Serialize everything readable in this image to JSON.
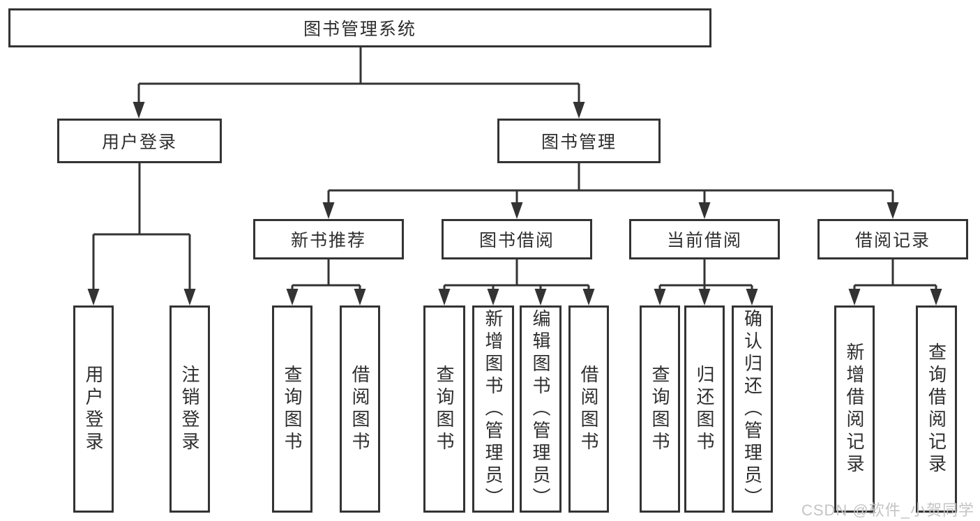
{
  "diagram_title": "图书管理系统",
  "tree": {
    "root": {
      "label": "图书管理系统"
    },
    "branches": [
      {
        "label": "用户登录",
        "children": [
          {
            "label": "用户登录"
          },
          {
            "label": "注销登录"
          }
        ]
      },
      {
        "label": "图书管理",
        "sections": [
          {
            "label": "新书推荐",
            "children": [
              {
                "label": "查询图书"
              },
              {
                "label": "借阅图书"
              }
            ]
          },
          {
            "label": "图书借阅",
            "children": [
              {
                "label": "查询图书"
              },
              {
                "label": "新增图书（管理员）"
              },
              {
                "label": "编辑图书（管理员）"
              },
              {
                "label": "借阅图书"
              }
            ]
          },
          {
            "label": "当前借阅",
            "children": [
              {
                "label": "查询图书"
              },
              {
                "label": "归还图书"
              },
              {
                "label": "确认归还（管理员）"
              }
            ]
          },
          {
            "label": "借阅记录",
            "children": [
              {
                "label": "新增借阅记录"
              },
              {
                "label": "查询借阅记录"
              }
            ]
          }
        ]
      }
    ]
  },
  "watermark": {
    "text": "CSDN @软件_小贺同学"
  },
  "colors": {
    "line": "#333333",
    "box_border": "#333333",
    "text": "#2e2e2e",
    "watermark": "#c4c4c4",
    "background": "#ffffff"
  }
}
